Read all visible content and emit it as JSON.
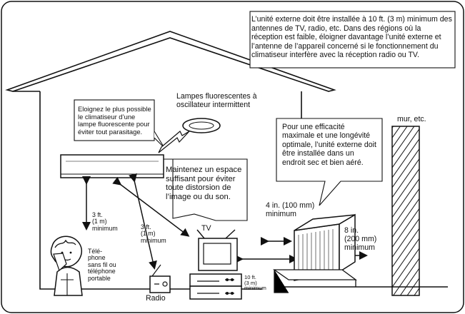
{
  "notes": {
    "top": "L’unité externe doit être installée à 10 ft. (3 m) minimum des antennes de TV, radio, etc. Dans des régions où la réception est faible, éloigner davantage l’unité externe et l’antenne de l’appareil concerné si le fonctionnement du climatiseur interfère avec la réception radio ou TV.",
    "left": "Eloignez le plus possible le climatiseur d’une lampe fluorescente pour éviter tout parasitage.",
    "center": "Maintenez un espace suffisant pour éviter toute distorsion de l’image ou du son.",
    "right": "Pour une efficacité maximale et une longévité optimale, l’unité externe doit être installée dans un endroit sec et bien aéré."
  },
  "labels": {
    "lamp": "Lampes fluorescentes à\noscillateur intermittent",
    "wall": "mur, etc.",
    "phone_distance": "3 ft.\n(1 m)\nminimum",
    "radio_distance": "3 ft.\n(1 m)\nminimum",
    "tv": "TV",
    "radio": "Radio",
    "phone": "Télé-\nphone\nsans fil ou\ntéléphone\nportable",
    "tv_distance": "10 ft.\n(3 m)\nminimum",
    "clearance_4": "4 in. (100 mm)\nminimum",
    "clearance_8": "8 in.\n(200 mm)\nminimum"
  }
}
